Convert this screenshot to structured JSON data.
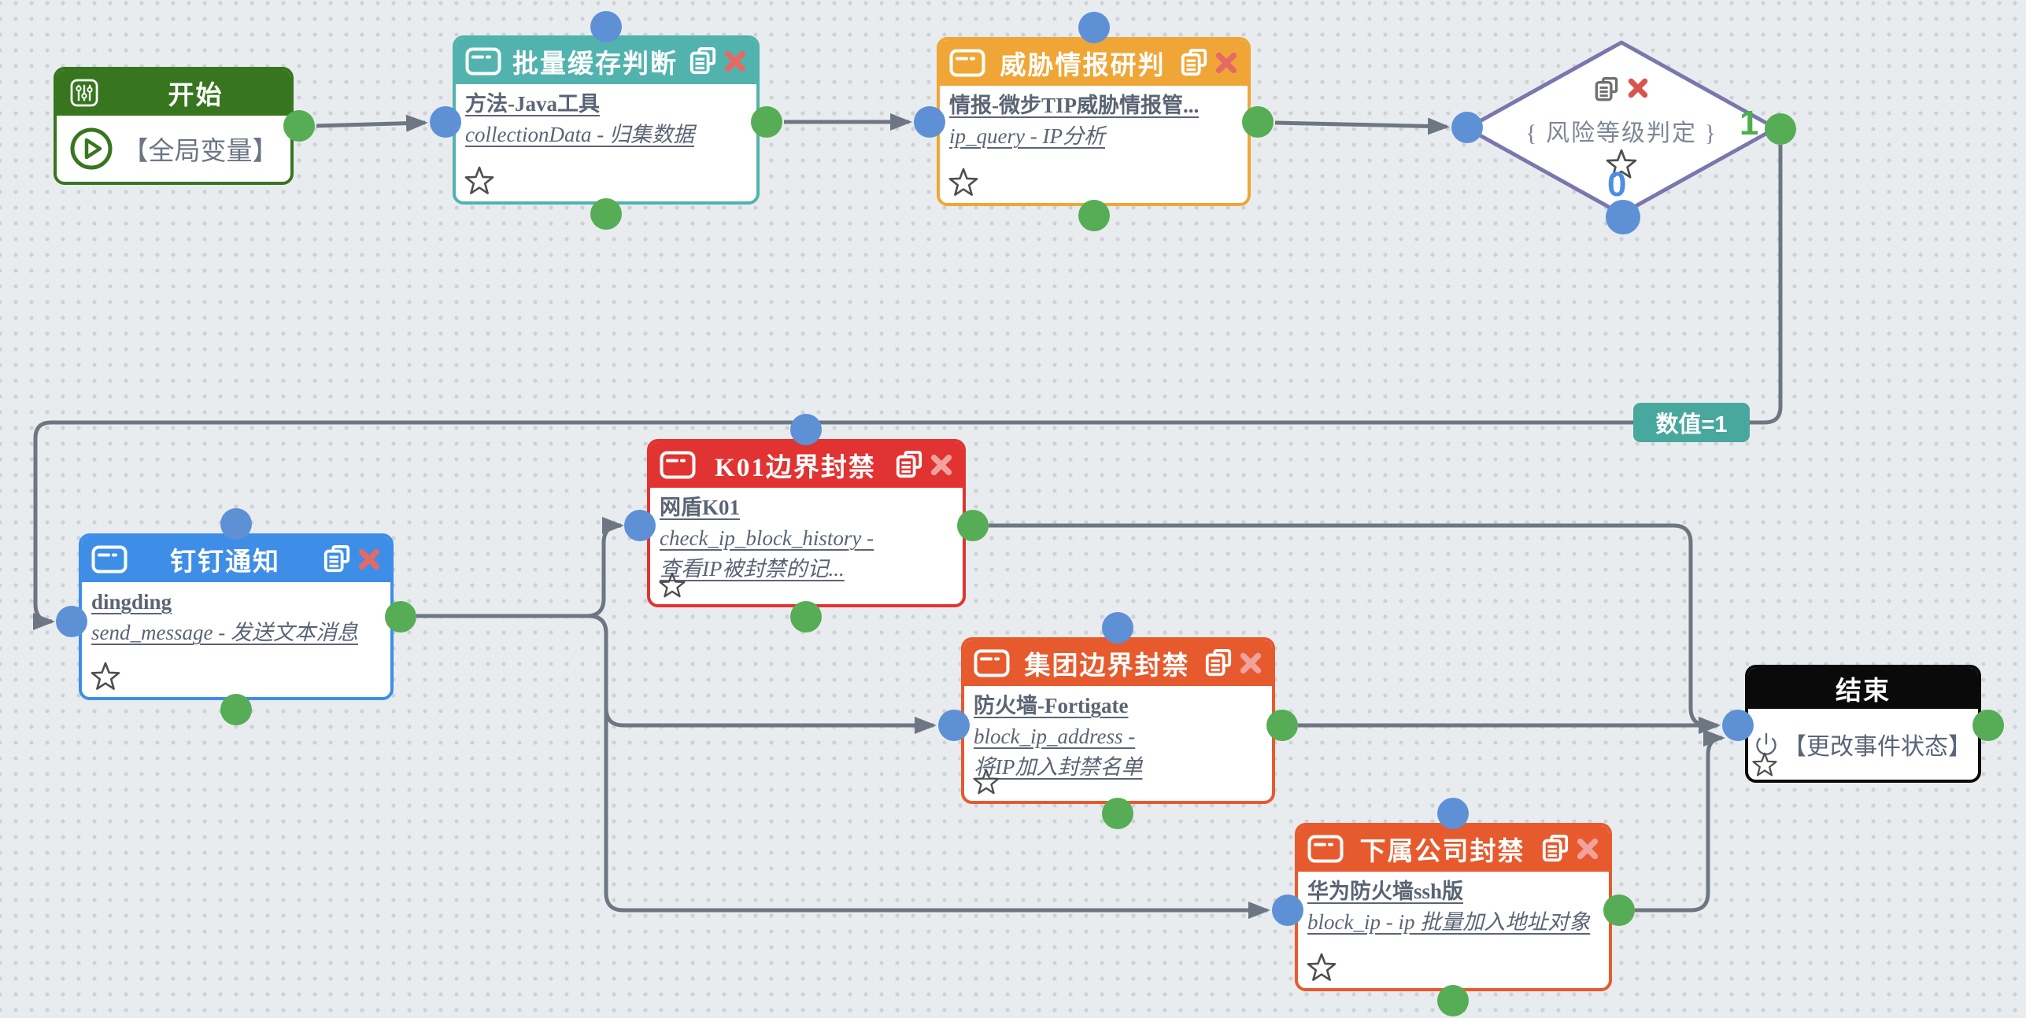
{
  "colors": {
    "edge": "#6d7682",
    "port_blue": "#5e90d6",
    "port_green": "#56ad56",
    "background": "#e9ecee",
    "dot": "#cdd1d5"
  },
  "nodes": {
    "start": {
      "title": "开始",
      "label": "【全局变量】",
      "color": "#37761f"
    },
    "cache": {
      "title": "批量缓存判断",
      "color": "#52b3ae",
      "lines": [
        {
          "text": "方法-Java工具"
        },
        {
          "text": "collectionData - 归集数据"
        }
      ]
    },
    "intel": {
      "title": "威胁情报研判",
      "color": "#f0a636",
      "lines": [
        {
          "text": "情报-微步TIP威胁情报管..."
        },
        {
          "text": "ip_query - IP分析"
        }
      ]
    },
    "dingding": {
      "title": "钉钉通知",
      "color": "#3e8ee8",
      "lines": [
        {
          "text": "dingding"
        },
        {
          "text": "send_message - 发送文本消息"
        }
      ]
    },
    "k01": {
      "title": "K01边界封禁",
      "color": "#e13331",
      "lines": [
        {
          "text": "网盾K01"
        },
        {
          "text": "check_ip_block_history -"
        },
        {
          "text": "查看IP被封禁的记..."
        }
      ]
    },
    "group": {
      "title": "集团边界封禁",
      "color": "#e75a2e",
      "lines": [
        {
          "text": "防火墙-Fortigate"
        },
        {
          "text": "block_ip_address -"
        },
        {
          "text": "将IP加入封禁名单"
        }
      ]
    },
    "subsidiary": {
      "title": "下属公司封禁",
      "color": "#e75a2e",
      "lines": [
        {
          "text": "华为防火墙ssh版"
        },
        {
          "text": "block_ip - ip 批量加入地址对象"
        }
      ]
    },
    "end": {
      "title": "结束",
      "label": "【更改事件状态】",
      "color": "#0a0a0a"
    }
  },
  "decision": {
    "title": "{ 风险等级判定 }",
    "border_color": "#7b76ad",
    "branch_true_label": "1",
    "branch_true_color": "#4cae4c",
    "branch_false_label": "0",
    "branch_false_color": "#4a90e2"
  },
  "edge_label": {
    "text": "数值=1",
    "color": "#49a89e"
  }
}
